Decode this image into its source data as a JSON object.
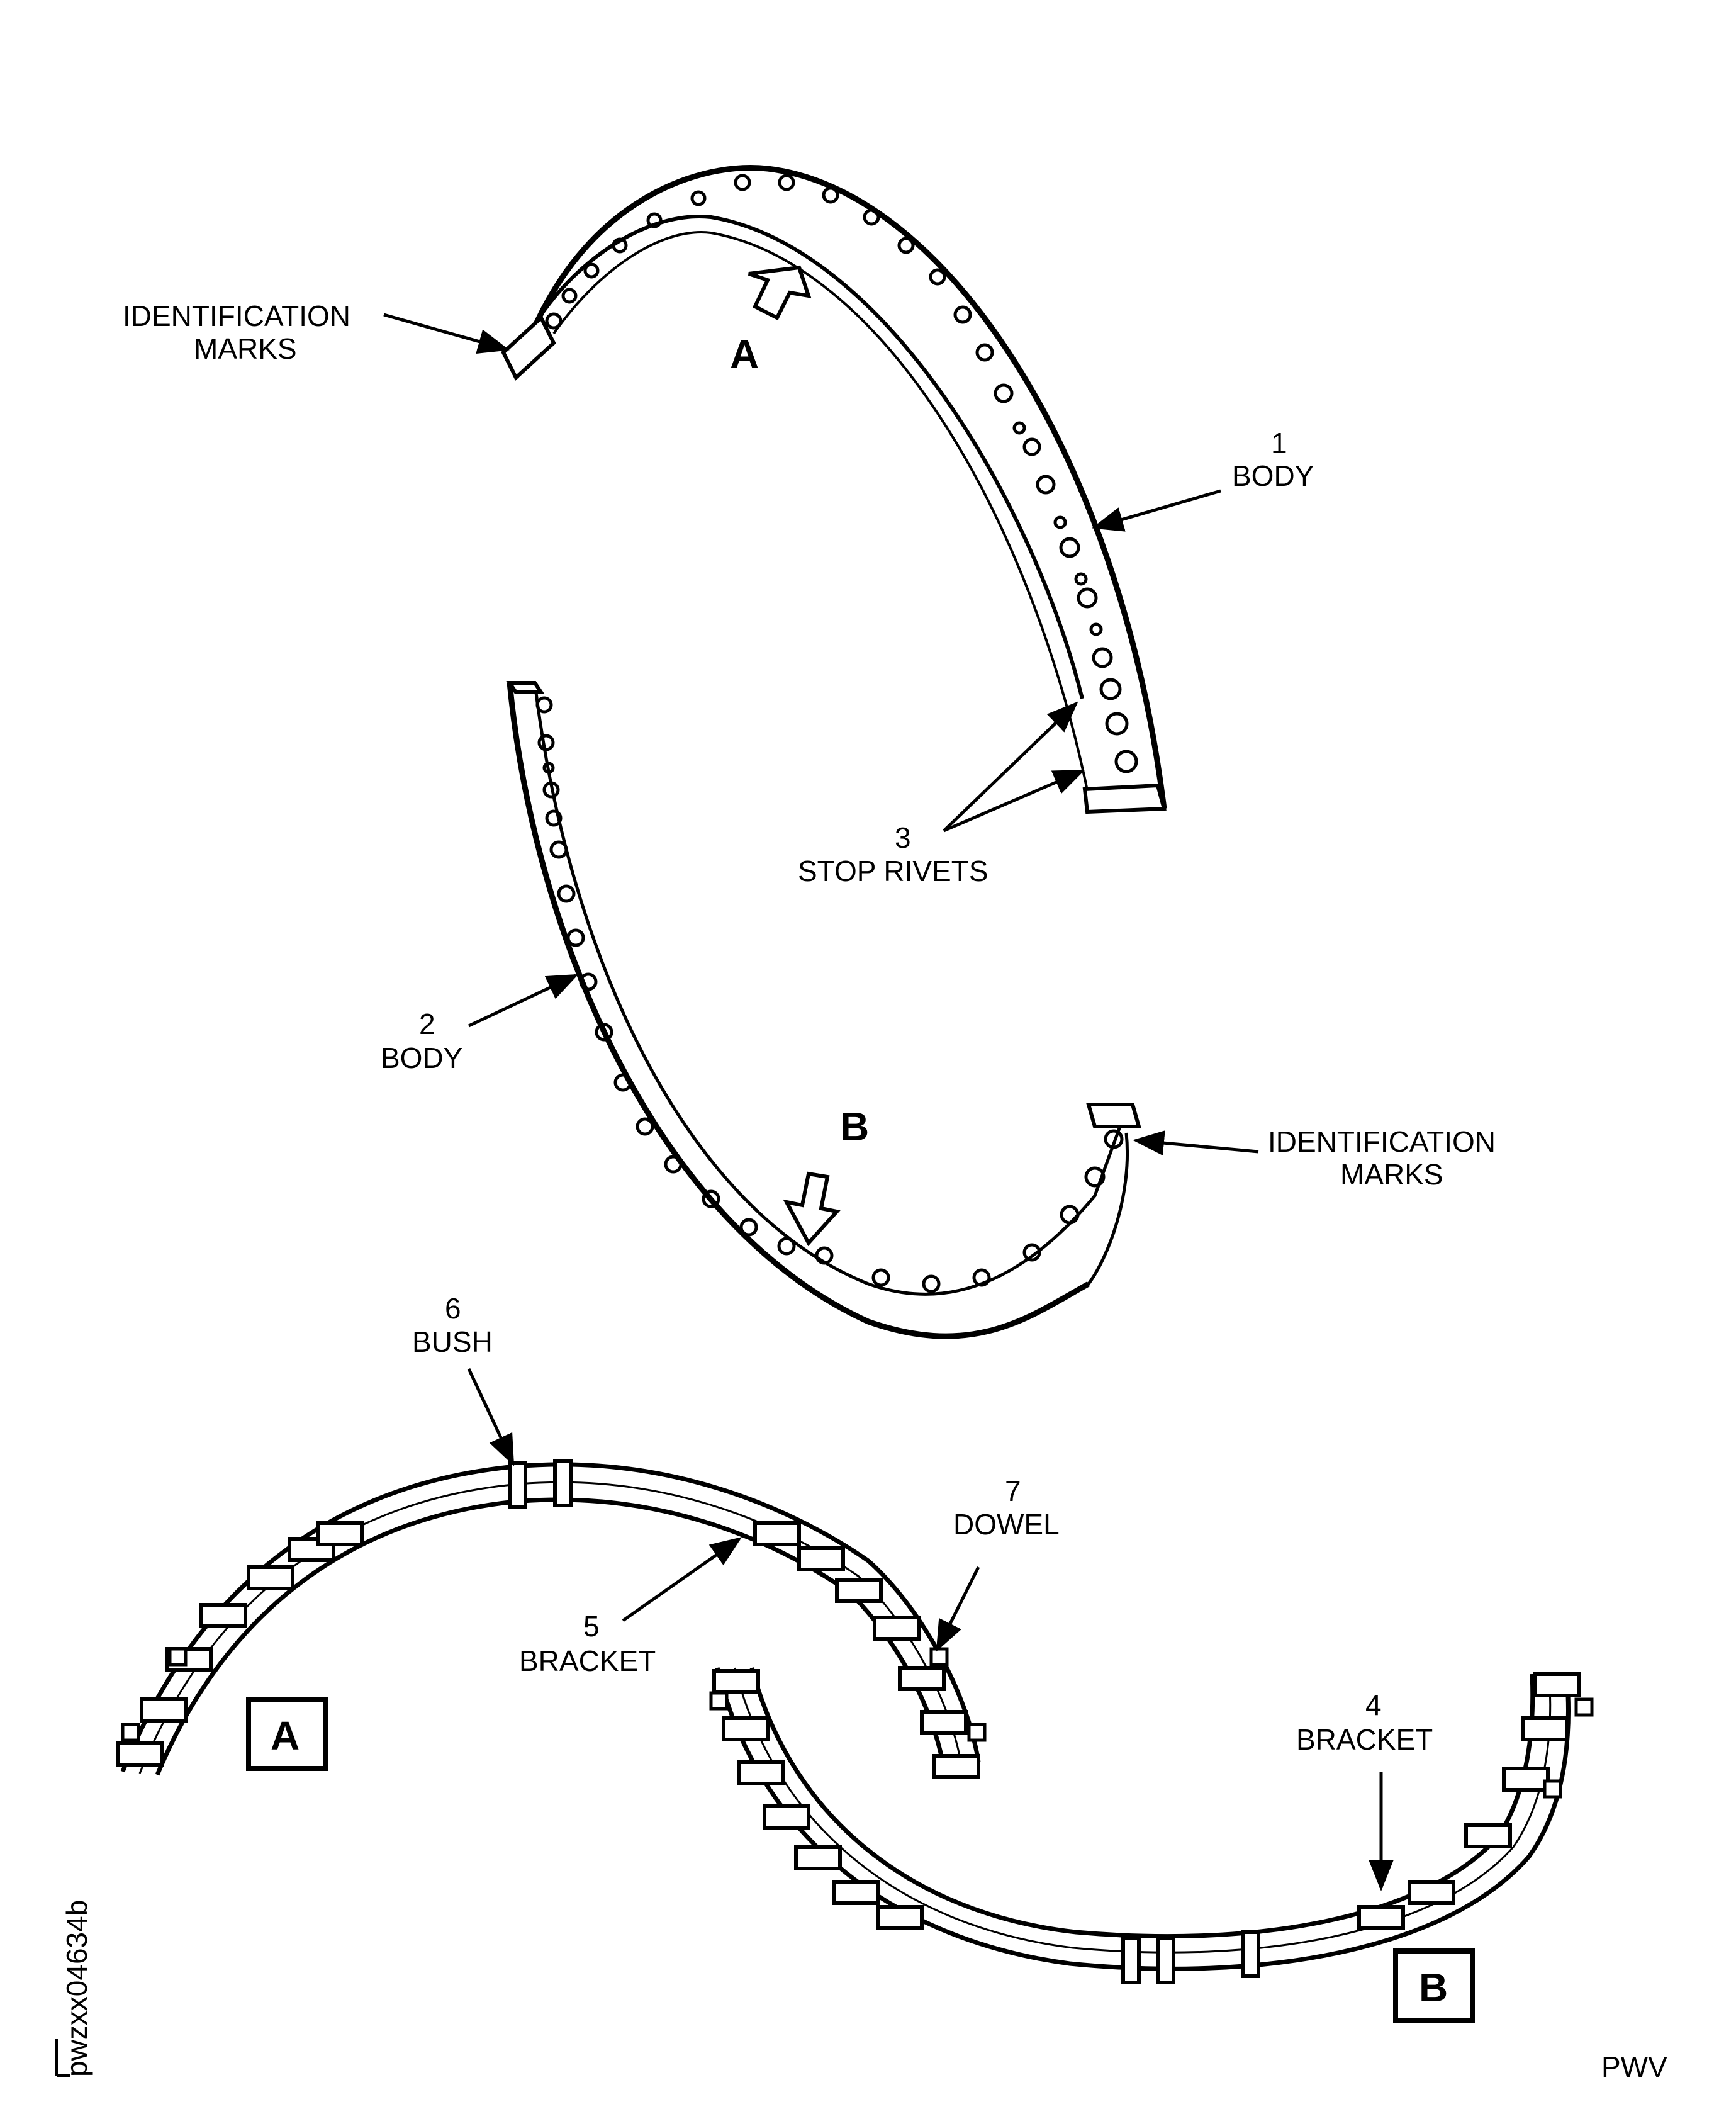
{
  "figure_id": "pwzxx04634b",
  "publisher_mark": "PWV",
  "labels": {
    "id_marks_top_1": "IDENTIFICATION",
    "id_marks_top_2": "MARKS",
    "view_a_arrow": "A",
    "body1_num": "1",
    "body1_name": "BODY",
    "stop_rivets_num": "3",
    "stop_rivets_name": "STOP RIVETS",
    "body2_num": "2",
    "body2_name": "BODY",
    "view_b_arrow": "B",
    "id_marks_bottom_1": "IDENTIFICATION",
    "id_marks_bottom_2": "MARKS",
    "bush_num": "6",
    "bush_name": "BUSH",
    "dowel_num": "7",
    "dowel_name": "DOWEL",
    "bracket5_num": "5",
    "bracket5_name": "BRACKET",
    "bracket4_num": "4",
    "bracket4_name": "BRACKET",
    "view_a_box": "A",
    "view_b_box": "B"
  },
  "colors": {
    "ink": "#000000",
    "paper": "#ffffff"
  }
}
